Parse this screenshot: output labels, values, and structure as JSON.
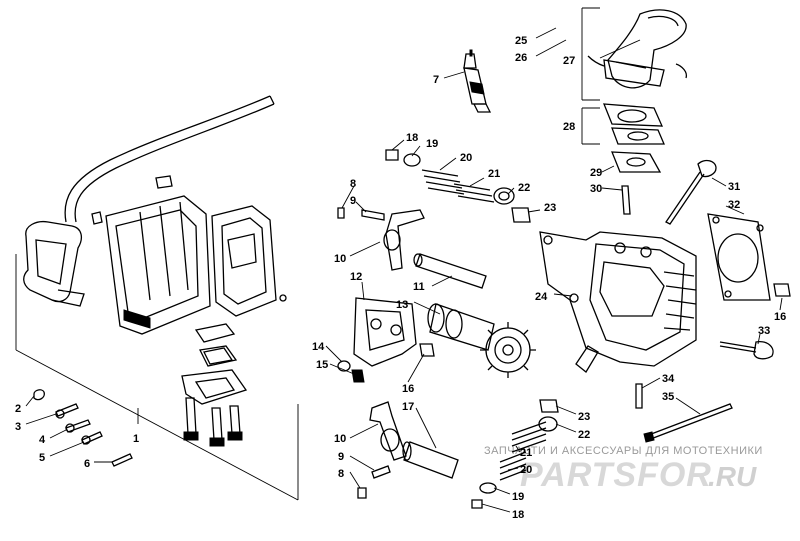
{
  "watermark": {
    "caption": "ЗАПЧАСТИ И АКСЕССУАРЫ ДЛЯ МОТОТЕХНИКИ",
    "logo": "PARTSFOR",
    "domain": ".RU"
  },
  "callouts": [
    {
      "id": "c1",
      "text": "1"
    },
    {
      "id": "c2",
      "text": "2"
    },
    {
      "id": "c3",
      "text": "3"
    },
    {
      "id": "c4",
      "text": "4"
    },
    {
      "id": "c5",
      "text": "5"
    },
    {
      "id": "c6",
      "text": "6"
    },
    {
      "id": "c7",
      "text": "7"
    },
    {
      "id": "c8a",
      "text": "8"
    },
    {
      "id": "c9a",
      "text": "9"
    },
    {
      "id": "c10a",
      "text": "10"
    },
    {
      "id": "c11",
      "text": "11"
    },
    {
      "id": "c12",
      "text": "12"
    },
    {
      "id": "c13",
      "text": "13"
    },
    {
      "id": "c14",
      "text": "14"
    },
    {
      "id": "c15",
      "text": "15"
    },
    {
      "id": "c16a",
      "text": "16"
    },
    {
      "id": "c17",
      "text": "17"
    },
    {
      "id": "c18a",
      "text": "18"
    },
    {
      "id": "c19a",
      "text": "19"
    },
    {
      "id": "c20a",
      "text": "20"
    },
    {
      "id": "c21a",
      "text": "21"
    },
    {
      "id": "c22a",
      "text": "22"
    },
    {
      "id": "c23a",
      "text": "23"
    },
    {
      "id": "c24",
      "text": "24"
    },
    {
      "id": "c25",
      "text": "25"
    },
    {
      "id": "c26",
      "text": "26"
    },
    {
      "id": "c27",
      "text": "27"
    },
    {
      "id": "c28",
      "text": "28"
    },
    {
      "id": "c29",
      "text": "29"
    },
    {
      "id": "c30",
      "text": "30"
    },
    {
      "id": "c31",
      "text": "31"
    },
    {
      "id": "c32",
      "text": "32"
    },
    {
      "id": "c33",
      "text": "33"
    },
    {
      "id": "c16b",
      "text": "16"
    },
    {
      "id": "c34",
      "text": "34"
    },
    {
      "id": "c35",
      "text": "35"
    },
    {
      "id": "c23b",
      "text": "23"
    },
    {
      "id": "c22b",
      "text": "22"
    },
    {
      "id": "c10b",
      "text": "10"
    },
    {
      "id": "c9b",
      "text": "9"
    },
    {
      "id": "c8b",
      "text": "8"
    },
    {
      "id": "c21b",
      "text": "21"
    },
    {
      "id": "c20b",
      "text": "20"
    },
    {
      "id": "c19b",
      "text": "19"
    },
    {
      "id": "c18b",
      "text": "18"
    }
  ]
}
